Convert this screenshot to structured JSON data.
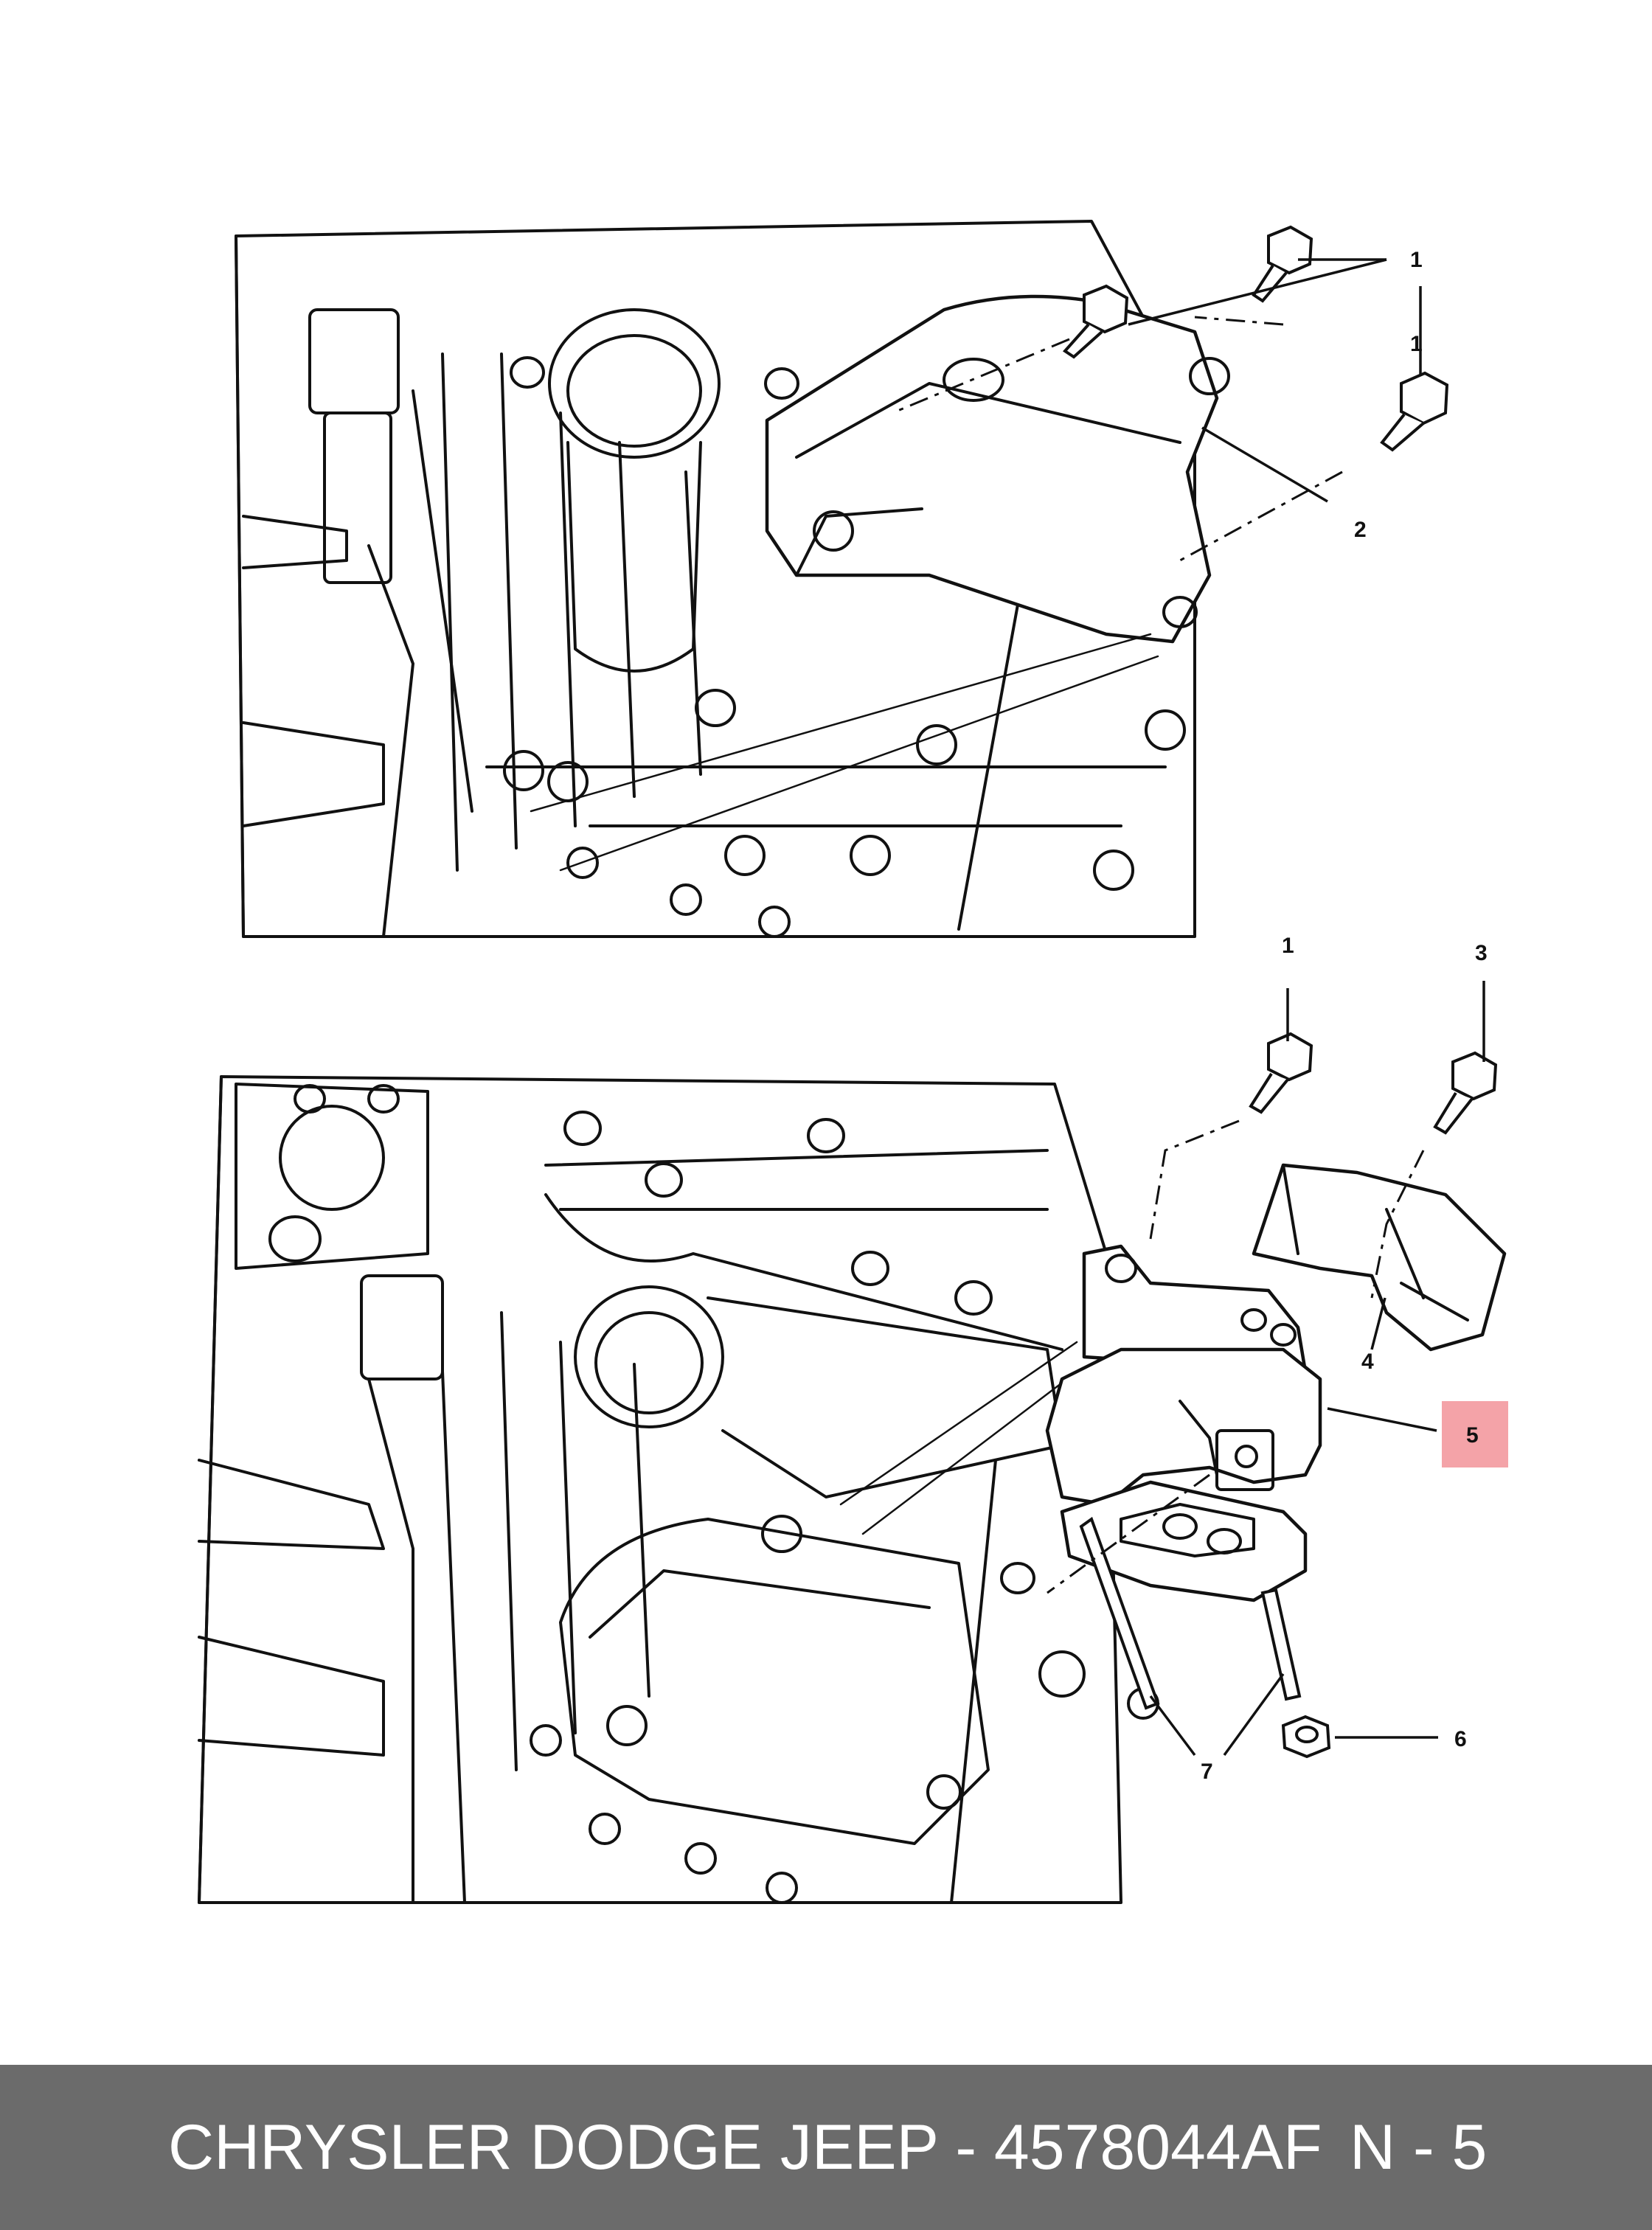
{
  "callouts_top": [
    "1",
    "1",
    "2"
  ],
  "callouts_bottom": [
    "1",
    "3",
    "4",
    "5",
    "6",
    "7"
  ],
  "highlight": {
    "callout": "5",
    "color": "#f4a3a8"
  },
  "line_color": "#111111",
  "footer": {
    "title": "CHRYSLER DODGE JEEP - 4578044AF",
    "page": "N - 5",
    "background": "#6b6b6b",
    "text_color": "#ffffff"
  }
}
